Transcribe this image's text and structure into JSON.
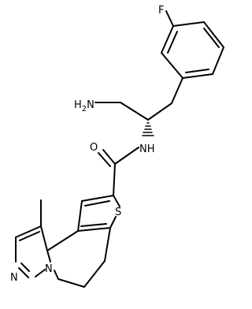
{
  "labels": {
    "fluorine": "F",
    "amine": "H2N",
    "amide_nh": "NH",
    "carbonyl_o": "O",
    "thiophene_s": "S",
    "pyrazole_n1": "N",
    "pyrazole_n2": "N"
  }
}
